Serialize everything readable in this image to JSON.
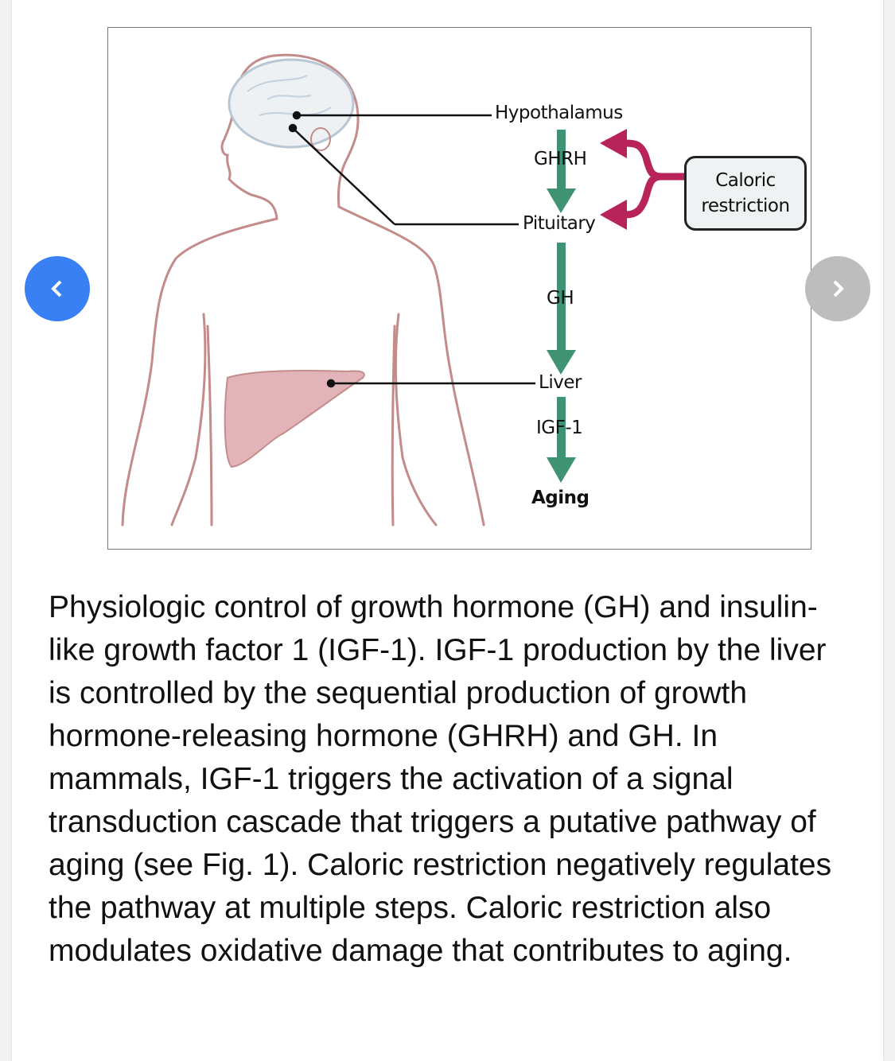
{
  "figure": {
    "labels": {
      "hypothalamus": "Hypothalamus",
      "ghrh": "GHRH",
      "pituitary": "Pituitary",
      "gh": "GH",
      "liver": "Liver",
      "igf1": "IGF-1",
      "aging": "Aging",
      "caloric_restriction": "Caloric restriction"
    },
    "colors": {
      "arrow_green": "#3f9272",
      "inhibit_magenta": "#b8235a",
      "body_outline": "#c48b8b",
      "liver_fill": "#e2b4b9"
    }
  },
  "navigation": {
    "prev_icon": "chevron-left-icon",
    "next_icon": "chevron-right-icon"
  },
  "caption": "Physiologic control of growth hormone (GH) and insulin-like growth factor 1 (IGF-1). IGF-1 production by the liver is controlled by the sequential production of growth hormone-releasing hormone (GHRH) and GH. In mammals, IGF-1 triggers the activation of a signal transduction cascade that triggers a putative pathway of aging (see Fig. 1). Caloric restriction negatively regulates the pathway at multiple steps. Caloric restriction also modulates oxidative damage that contributes to aging."
}
